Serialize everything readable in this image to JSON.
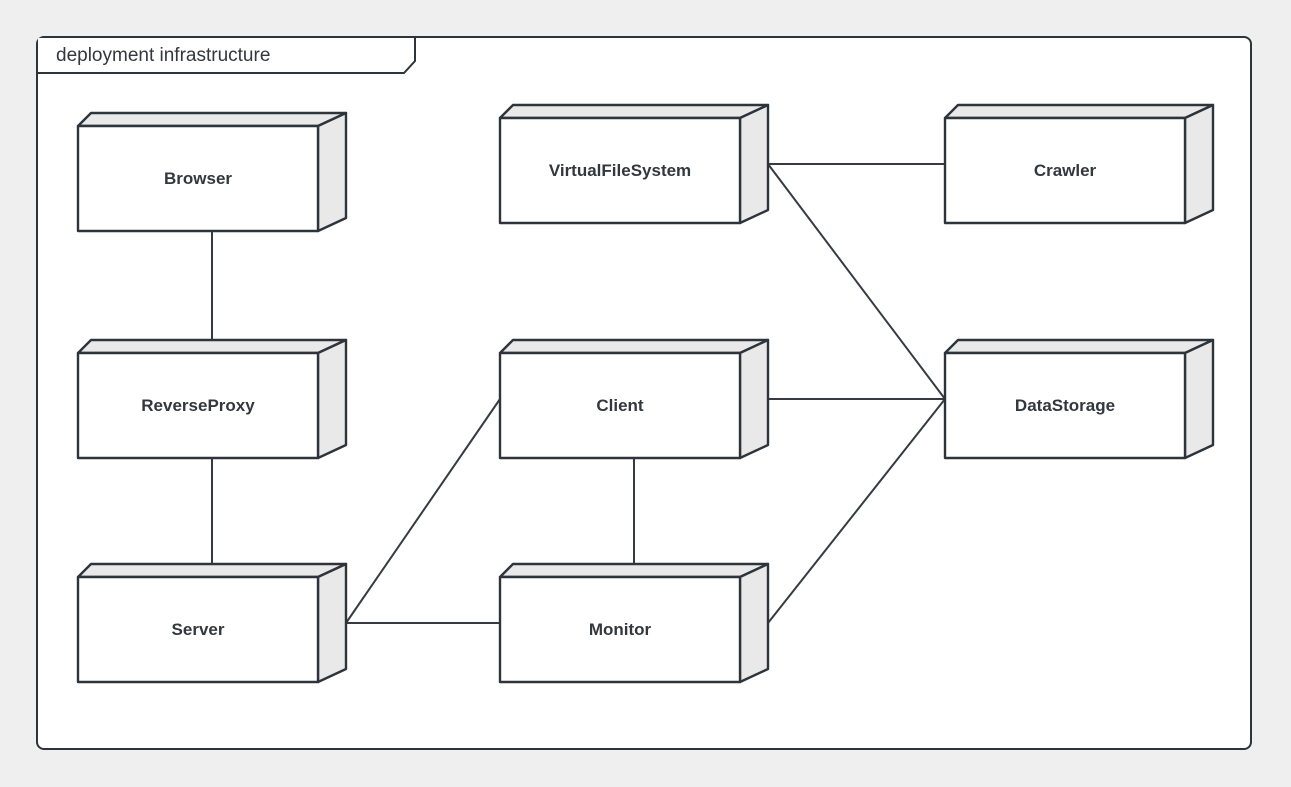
{
  "frame": {
    "title": "deployment infrastructure"
  },
  "diagram": {
    "type": "deployment",
    "nodes": [
      {
        "id": "Browser",
        "label": "Browser"
      },
      {
        "id": "VirtualFileSystem",
        "label": "VirtualFileSystem"
      },
      {
        "id": "Crawler",
        "label": "Crawler"
      },
      {
        "id": "ReverseProxy",
        "label": "ReverseProxy"
      },
      {
        "id": "Client",
        "label": "Client"
      },
      {
        "id": "DataStorage",
        "label": "DataStorage"
      },
      {
        "id": "Server",
        "label": "Server"
      },
      {
        "id": "Monitor",
        "label": "Monitor"
      }
    ],
    "edges": [
      {
        "from": "Browser",
        "to": "ReverseProxy"
      },
      {
        "from": "ReverseProxy",
        "to": "Server"
      },
      {
        "from": "VirtualFileSystem",
        "to": "Crawler"
      },
      {
        "from": "VirtualFileSystem",
        "to": "DataStorage"
      },
      {
        "from": "Client",
        "to": "DataStorage"
      },
      {
        "from": "Client",
        "to": "Monitor"
      },
      {
        "from": "Server",
        "to": "Client"
      },
      {
        "from": "Server",
        "to": "Monitor"
      },
      {
        "from": "Monitor",
        "to": "DataStorage"
      }
    ]
  },
  "colors": {
    "background": "#efefef",
    "frame_fill": "#ffffff",
    "outline": "#2e343b",
    "node_fill": "#ffffff",
    "node_side_fill": "#e9e9e9",
    "edge": "#363b42",
    "text": "#33383e"
  }
}
